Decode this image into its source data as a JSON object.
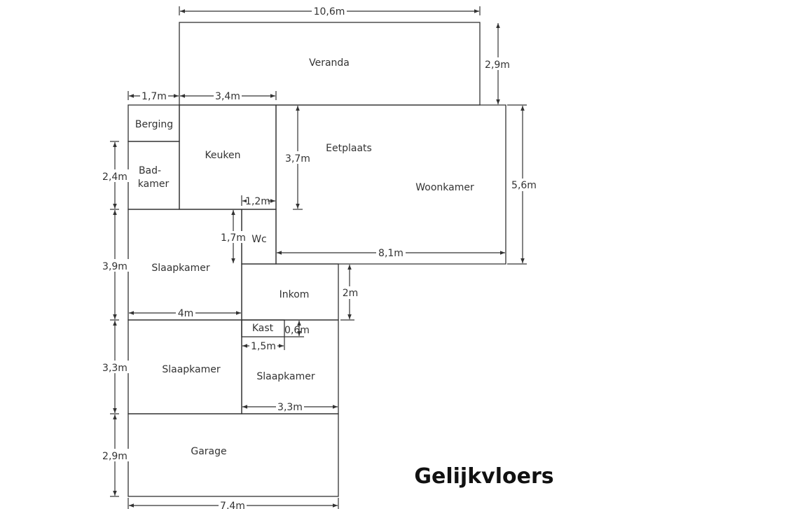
{
  "title": "Gelijkvloers",
  "rooms": {
    "veranda": "Veranda",
    "berging": "Berging",
    "keuken": "Keuken",
    "badkamer_1": "Bad-",
    "badkamer_2": "kamer",
    "eetplaats": "Eetplaats",
    "woonkamer": "Woonkamer",
    "wc": "Wc",
    "slaapkamer_1": "Slaapkamer",
    "inkom": "Inkom",
    "kast": "Kast",
    "slaapkamer_2": "Slaapkamer",
    "slaapkamer_3": "Slaapkamer",
    "garage": "Garage"
  },
  "dimensions": {
    "veranda_width": "10,6m",
    "veranda_depth": "2,9m",
    "berging_width": "1,7m",
    "keuken_width": "3,4m",
    "badkamer_height": "2,4m",
    "eetplaats_height": "3,7m",
    "living_height": "5,6m",
    "wc_width": "1,2m",
    "wc_height": "1,7m",
    "slaapkamer1_height": "3,9m",
    "woonkamer_width": "8,1m",
    "inkom_height": "2m",
    "slaapkamer1_width": "4m",
    "kast_depth": "0,6m",
    "kast_width": "1,5m",
    "slaapkamer2_height": "3,3m",
    "slaapkamer3_width": "3,3m",
    "garage_height": "2,9m",
    "garage_width": "7,4m"
  }
}
